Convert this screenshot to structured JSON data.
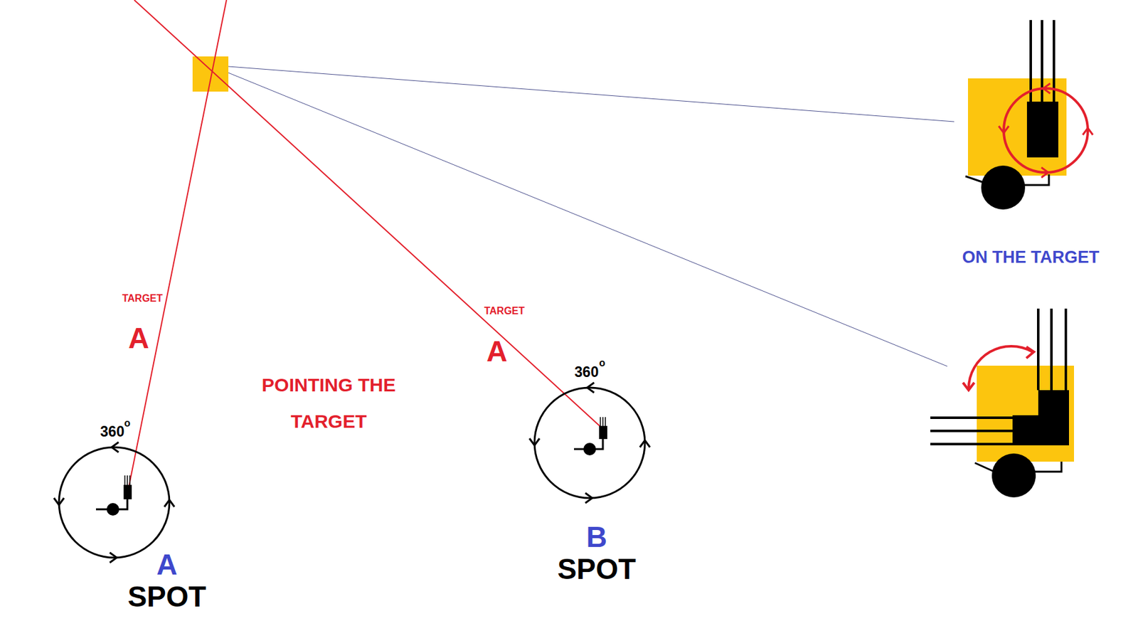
{
  "diagram": {
    "nodes": [
      {
        "text": [
          "A",
          "SPOT"
        ]
      },
      {
        "text": [
          "B",
          "SPOT"
        ]
      }
    ],
    "labels": [
      "TARGET",
      "A",
      "POINTING THE TARGET",
      "360",
      "o",
      "TARGET",
      "A",
      "360",
      "o",
      "ON THE TARGET"
    ]
  }
}
